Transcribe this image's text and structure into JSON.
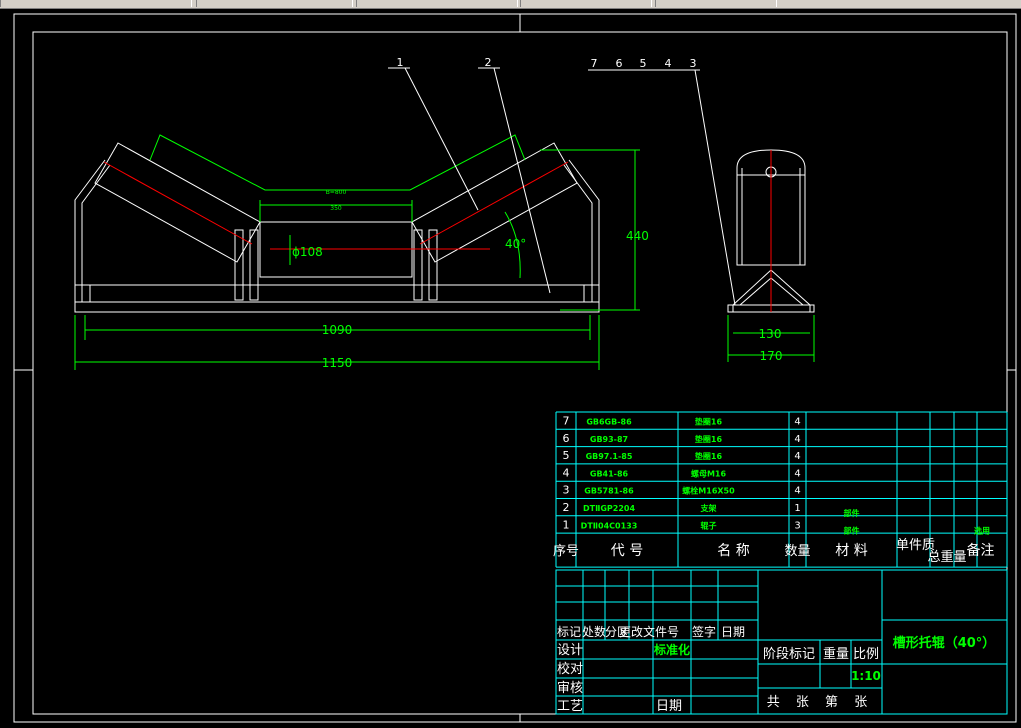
{
  "drawing": {
    "parts_labels": [
      "1",
      "2"
    ],
    "side_labels": [
      "7",
      "6",
      "5",
      "4",
      "3"
    ],
    "dim_belt": "B=800",
    "dim_350": "350",
    "dim_diameter": "ϕ108",
    "dim_angle": "40°",
    "dim_440": "440",
    "dim_1090": "1090",
    "dim_1150": "1150",
    "dim_130": "130",
    "dim_170": "170"
  },
  "bom": {
    "rows": [
      {
        "no": "7",
        "code": "GB6GB-86",
        "name": "垫圈16",
        "qty": "4",
        "material": "",
        "note": ""
      },
      {
        "no": "6",
        "code": "GB93-87",
        "name": "垫圈16",
        "qty": "4",
        "material": "",
        "note": ""
      },
      {
        "no": "5",
        "code": "GB97.1-85",
        "name": "垫圈16",
        "qty": "4",
        "material": "",
        "note": ""
      },
      {
        "no": "4",
        "code": "GB41-86",
        "name": "螺母M16",
        "qty": "4",
        "material": "",
        "note": ""
      },
      {
        "no": "3",
        "code": "GB5781-86",
        "name": "螺栓M16X50",
        "qty": "4",
        "material": "",
        "note": ""
      },
      {
        "no": "2",
        "code": "DTⅡGP2204",
        "name": "支架",
        "qty": "1",
        "material": "部件",
        "note": ""
      },
      {
        "no": "1",
        "code": "DTⅡ04C0133",
        "name": "辊子",
        "qty": "3",
        "material": "部件",
        "note": "选用"
      }
    ],
    "header": {
      "no": "序号",
      "code": "代 号",
      "name": "名 称",
      "qty": "数量",
      "material": "材 料",
      "unit_mass": "单件质",
      "total_mass": "总重量",
      "note": "备注"
    }
  },
  "titleblock": {
    "rev_headers": [
      "标记",
      "处数",
      "分区",
      "更改文件号",
      "签字",
      "日期"
    ],
    "roles": [
      "设计",
      "校对",
      "审核",
      "工艺"
    ],
    "standardization": "标准化",
    "date": "日期",
    "stage_mark": "阶段标记",
    "weight": "重量",
    "scale": "比例",
    "scale_value": "1:10",
    "sheets": "共 张 第 张",
    "title": "槽形托辊（40°）"
  },
  "colors": {
    "background": "#000000",
    "frame": "#ffffff",
    "dimension": "#00ff00",
    "centerline": "#ff0000",
    "table": "#00ffff",
    "table_text": "#00ff00"
  }
}
